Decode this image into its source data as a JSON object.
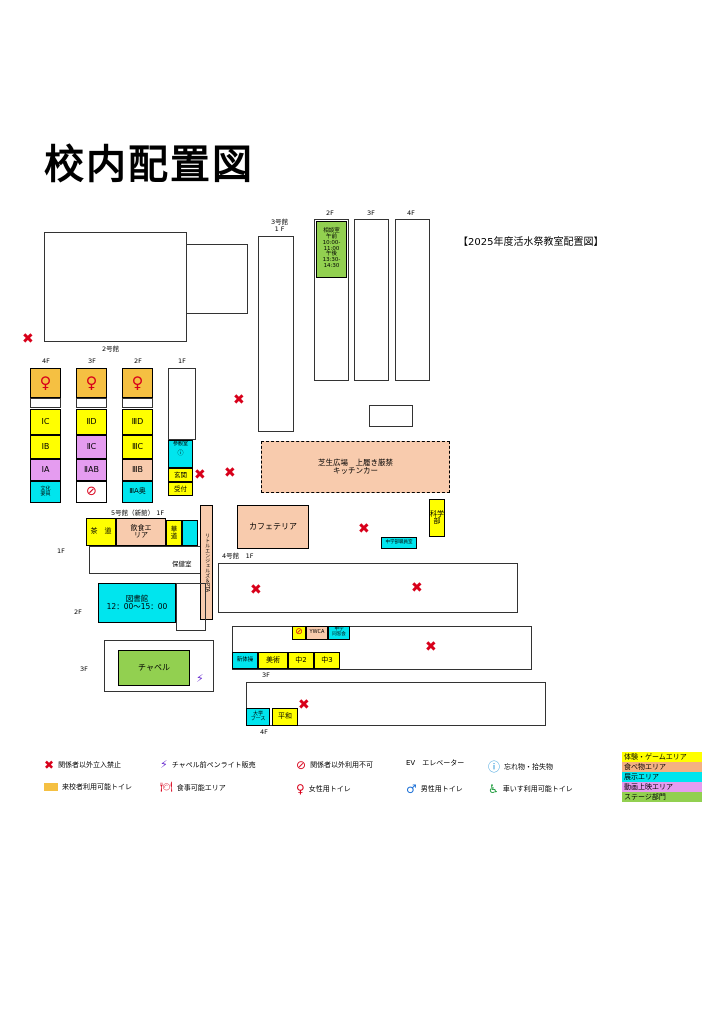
{
  "title": "校内配置図",
  "subtitle": "【2025年度活水祭教室配置図】",
  "floor_labels": {
    "b3_1f": "3号館\n1 F",
    "top_2f": "2F",
    "top_3f": "3F",
    "top_4f": "4F",
    "b2_head": "2号館",
    "b2_4f": "4F",
    "b2_3f": "3F",
    "b2_2f": "2F",
    "b2_1f": "1F",
    "b5": "5号館（新館） 1F",
    "left_1f": "1F",
    "left_2f": "2F",
    "left_3f": "3F",
    "b4_1f": "4号館　1F",
    "right_3f": "3F",
    "right_4f": "4F"
  },
  "rooms": {
    "counsel": "相談室\n午前\n10:00-\n11:00\n午後\n13:30-\n14:30",
    "r1C": "ⅠC",
    "r1B": "ⅠB",
    "r1A": "ⅠA",
    "r2D": "ⅡD",
    "r2C": "ⅡC",
    "r2AB": "ⅡAB",
    "r3D": "ⅢD",
    "r3C": "ⅢC",
    "r3B": "ⅢB",
    "r3A": "ⅢA奥",
    "bunka": "文化\n委員",
    "sanko": "参観室",
    "genkan": "玄関",
    "uketsuke": "受付",
    "shibafu": "芝生広場　上履き厳禁\nキッチンカー",
    "cafe": "カフェテリア",
    "kagaku": "科学\n部",
    "chugaku": "中学部職員室",
    "sado": "茶　道",
    "inshoku": "飲食エ\nリア",
    "kado": "華\n道",
    "hoken": "保健室",
    "tosho": "図書館\n12：00～15：00",
    "chapel": "チャペル",
    "shintai": "新体操",
    "bijutsu": "美術",
    "chu2": "中2",
    "chu3": "中3",
    "ywca": "YWCA",
    "chugaku_hall": "中学\n同窓会",
    "daigaku": "大学\nブース",
    "heiwa": "平和",
    "pta": "リトルエンジェルズ＆PTA"
  },
  "legend": {
    "no_entry": "関係者以外立入禁止",
    "penlight": "チャペル前ペンライト販売",
    "staff_only": "関係者以外利用不可",
    "ev": "EV　エレベーター",
    "lost": "忘れ物・拾失物",
    "visitor_toilet": "来校者利用可能トイレ",
    "eating": "食事可能エリア",
    "female": "女性用トイレ",
    "male": "男性用トイレ",
    "wheelchair": "車いす利用可能トイレ"
  },
  "categories": [
    {
      "label": "体験・ゲームエリア",
      "color": "#ffff00"
    },
    {
      "label": "食べ物エリア",
      "color": "#f4b183"
    },
    {
      "label": "展示エリア",
      "color": "#00e5ee"
    },
    {
      "label": "動画上映エリア",
      "color": "#e59cf0"
    },
    {
      "label": "ステージ部門",
      "color": "#92d050"
    }
  ]
}
